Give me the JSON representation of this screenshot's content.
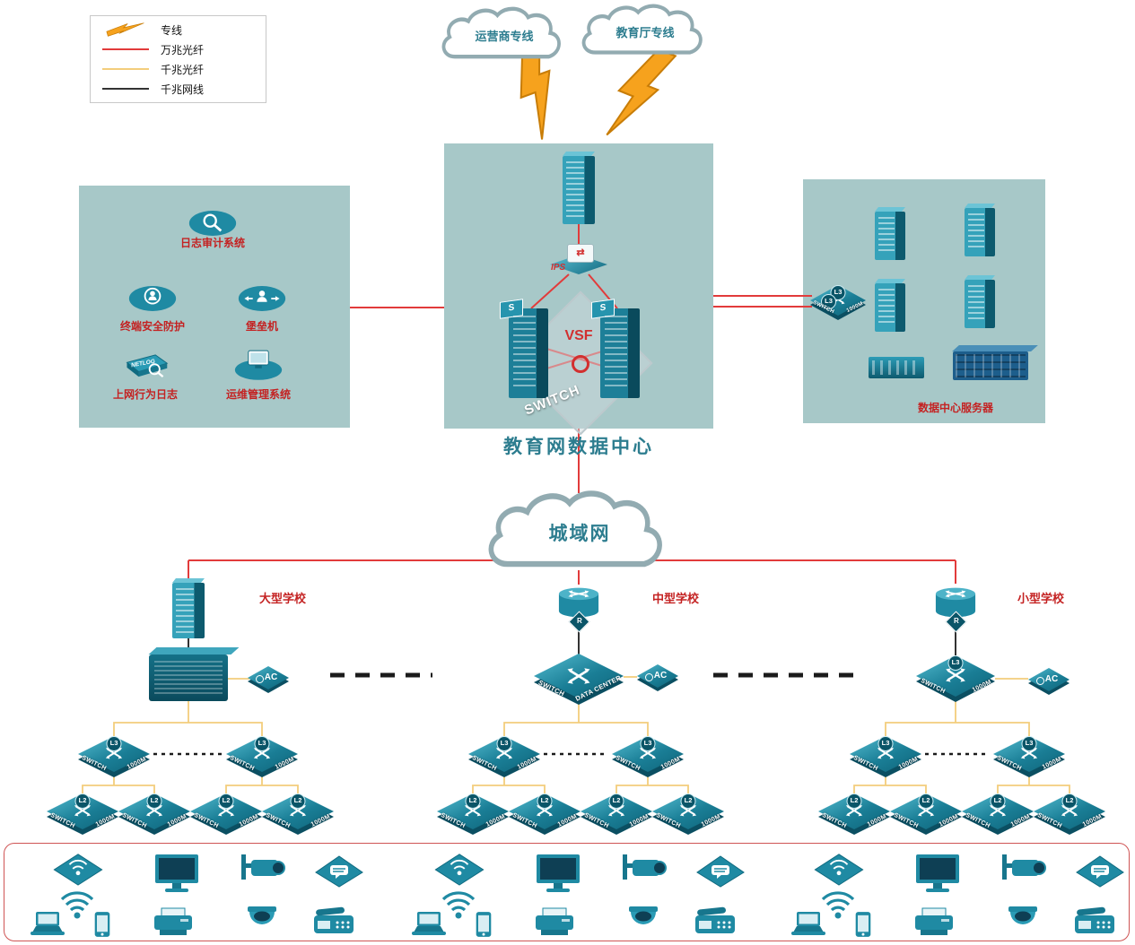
{
  "legend": {
    "items": [
      {
        "label": "专线",
        "type": "lightning"
      },
      {
        "label": "万兆光纤",
        "type": "line",
        "color": "#e23b3b"
      },
      {
        "label": "千兆光纤",
        "type": "line",
        "color": "#f3cd7c"
      },
      {
        "label": "千兆网线",
        "type": "line",
        "color": "#333333"
      }
    ]
  },
  "clouds": {
    "carrier": "运营商专线",
    "education": "教育厅专线",
    "metro": "城域网"
  },
  "datacenter": {
    "title": "教育网数据中心",
    "ips": "IPS",
    "vsf": "VSF",
    "switch_text": "SWITCH",
    "server_flag": "S"
  },
  "security_zone": {
    "log_audit": "日志审计系统",
    "terminal_security": "终端安全防护",
    "bastion": "堡垒机",
    "netlog_label": "上网行为日志",
    "netlog_icon": "NETLOG",
    "ops": "运维管理系统"
  },
  "server_zone": {
    "label": "数据中心服务器"
  },
  "labels": {
    "switch": "SWITCH",
    "speed": "1000M",
    "l3": "L3",
    "l2": "L2",
    "ac": "AC",
    "router": "R",
    "data_center": "DATA CENTER"
  },
  "schools": [
    {
      "name": "大型学校"
    },
    {
      "name": "中型学校"
    },
    {
      "name": "小型学校"
    }
  ],
  "terminals": {
    "icons": [
      "wireless-ap",
      "wifi-signal",
      "laptop",
      "smartphone",
      "desktop-monitor",
      "printer",
      "ptz-camera",
      "dome-camera",
      "message-device",
      "fax-phone"
    ]
  },
  "colors": {
    "line_10g": "#e23b3b",
    "line_1g": "#f3cd7c",
    "line_cable": "#333333",
    "device_teal": "#1f8aa3",
    "zone_bg": "#a7c8c8",
    "label_red": "#c42222",
    "title_teal": "#2d7d8f"
  }
}
